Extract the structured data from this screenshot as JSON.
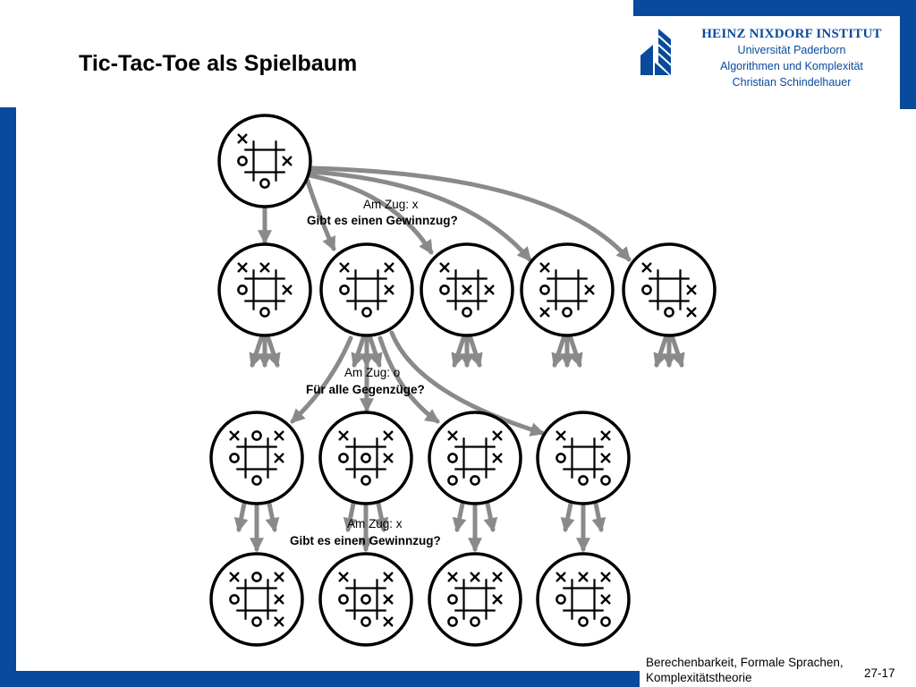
{
  "slide": {
    "title": "Tic-Tac-Toe als Spielbaum",
    "page_number": "27-17"
  },
  "institute": {
    "name": "HEINZ NIXDORF INSTITUT",
    "line1": "Universität Paderborn",
    "line2": "Algorithmen und Komplexität",
    "line3": "Christian Schindelhauer"
  },
  "footer": {
    "line1": "Berechenbarkeit, Formale Sprachen,",
    "line2": "Komplexitätstheorie"
  },
  "labels": {
    "level1_turn": "Am Zug: x",
    "level1_question": "Gibt es einen Gewinnzug?",
    "level2_turn": "Am Zug: o",
    "level2_question": "Für alle Gegenzüge?",
    "level3_turn": "Am Zug: x",
    "level3_question": "Gibt es einen Gewinnzug?"
  },
  "colors": {
    "brand_blue": "#0a4a9c",
    "arrow_gray": "#8a8a8a"
  },
  "boards": {
    "root": [
      "X",
      "",
      "",
      "O",
      "",
      "X",
      "",
      "O",
      ""
    ],
    "level1": [
      [
        "X",
        "X",
        "",
        "O",
        "",
        "X",
        "",
        "O",
        ""
      ],
      [
        "X",
        "",
        "X",
        "O",
        "",
        "X",
        "",
        "O",
        ""
      ],
      [
        "X",
        "",
        "",
        "O",
        "X",
        "X",
        "",
        "O",
        ""
      ],
      [
        "X",
        "",
        "",
        "O",
        "",
        "X",
        "X",
        "O",
        ""
      ],
      [
        "X",
        "",
        "",
        "O",
        "",
        "X",
        "",
        "O",
        "X"
      ]
    ],
    "level2": [
      [
        "X",
        "O",
        "X",
        "O",
        "",
        "X",
        "",
        "O",
        ""
      ],
      [
        "X",
        "",
        "X",
        "O",
        "O",
        "X",
        "",
        "O",
        ""
      ],
      [
        "X",
        "",
        "X",
        "O",
        "",
        "X",
        "O",
        "O",
        ""
      ],
      [
        "X",
        "",
        "X",
        "O",
        "",
        "X",
        "",
        "O",
        "O"
      ]
    ],
    "level3": [
      [
        "X",
        "O",
        "X",
        "O",
        "",
        "X",
        "",
        "O",
        "X"
      ],
      [
        "X",
        "",
        "X",
        "O",
        "O",
        "X",
        "",
        "O",
        "X"
      ],
      [
        "X",
        "X",
        "X",
        "O",
        "",
        "X",
        "O",
        "O",
        ""
      ],
      [
        "X",
        "X",
        "X",
        "O",
        "",
        "X",
        "",
        "O",
        "O"
      ]
    ]
  }
}
